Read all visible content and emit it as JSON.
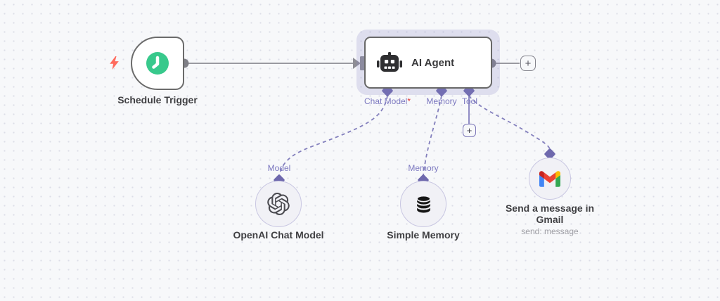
{
  "palette": {
    "canvas_bg": "#f7f8fa",
    "grid_dot": "#dcdee8",
    "node_border": "#686868",
    "connection_gray": "#9a9aa0",
    "connector_purple": "#6e68ad",
    "dashed_line_purple": "#8480bd",
    "selection_halo": "rgba(138,133,196,0.22)",
    "trigger_icon_green": "#38c98c",
    "bolt_red": "#ff6b5e",
    "subnode_fill": "#f1f1f6",
    "subnode_border": "#c9c7e2",
    "label_dark": "#3f3f42",
    "port_label_purple": "#7c78c0",
    "required_red": "#e03131",
    "subtitle_gray": "#9e9ea4"
  },
  "trigger": {
    "label": "Schedule Trigger",
    "icon": "clock-icon"
  },
  "agent": {
    "title": "AI Agent",
    "icon": "robot-icon",
    "ports": [
      {
        "label": "Chat Model",
        "required": "*"
      },
      {
        "label": "Memory",
        "required": ""
      },
      {
        "label": "Tool",
        "required": ""
      }
    ]
  },
  "subnodes": {
    "model": {
      "port_label": "Model",
      "title": "OpenAI Chat Model",
      "icon": "openai-logo-icon"
    },
    "memory": {
      "port_label": "Memory",
      "title": "Simple Memory",
      "icon": "database-icon"
    },
    "tool": {
      "title_line1": "Send a message in",
      "title_line2": "Gmail",
      "subtitle": "send: message",
      "icon": "gmail-logo-icon"
    }
  },
  "buttons": {
    "plus": "+"
  }
}
